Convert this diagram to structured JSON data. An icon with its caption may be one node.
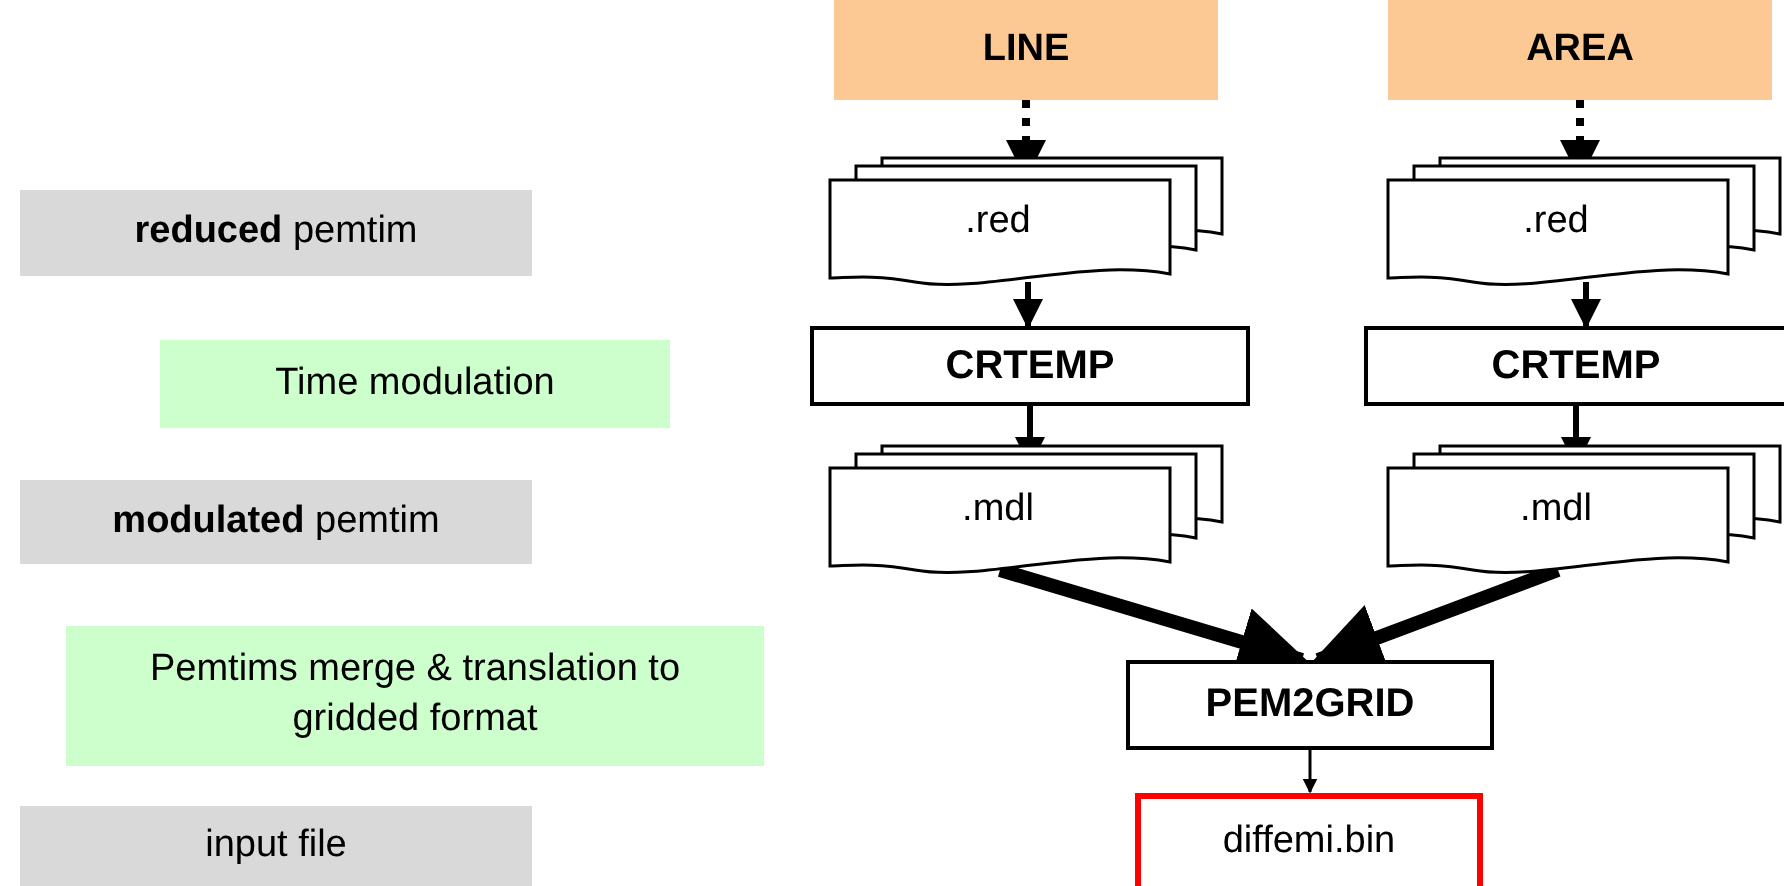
{
  "diagram": {
    "nodes": [
      {
        "text": [
          "**reduced** pemtim"
        ]
      },
      {
        "text": [
          "Time modulation"
        ]
      },
      {
        "text": [
          "**modulated** pemtim"
        ]
      },
      {
        "text": [
          "Pemtims merge & translation to gridded format"
        ]
      },
      {
        "text": [
          "input file"
        ]
      },
      {
        "text": [
          "LINE"
        ]
      },
      {
        "text": [
          "AREA"
        ]
      },
      {
        "text": [
          ".red"
        ]
      },
      {
        "text": [
          ".red"
        ]
      },
      {
        "text": [
          "CRTEMP"
        ]
      },
      {
        "text": [
          "CRTEMP"
        ]
      },
      {
        "text": [
          ".mdl"
        ]
      },
      {
        "text": [
          ".mdl"
        ]
      },
      {
        "text": [
          "PEM2GRID"
        ]
      },
      {
        "text": [
          "diffemi.bin"
        ]
      }
    ],
    "edges": [
      {
        "from": 5,
        "to": 7,
        "arrow": "to",
        "style": "dashed"
      },
      {
        "from": 6,
        "to": 8,
        "arrow": "to",
        "style": "dashed"
      },
      {
        "from": 7,
        "to": 9,
        "arrow": "to"
      },
      {
        "from": 8,
        "to": 10,
        "arrow": "to"
      },
      {
        "from": 9,
        "to": 11,
        "arrow": "to"
      },
      {
        "from": 10,
        "to": 12,
        "arrow": "to"
      },
      {
        "from": 11,
        "to": 13,
        "arrow": "to",
        "style": "thick"
      },
      {
        "from": 12,
        "to": 13,
        "arrow": "to",
        "style": "thick"
      },
      {
        "from": 13,
        "to": 14,
        "arrow": "to"
      }
    ]
  }
}
